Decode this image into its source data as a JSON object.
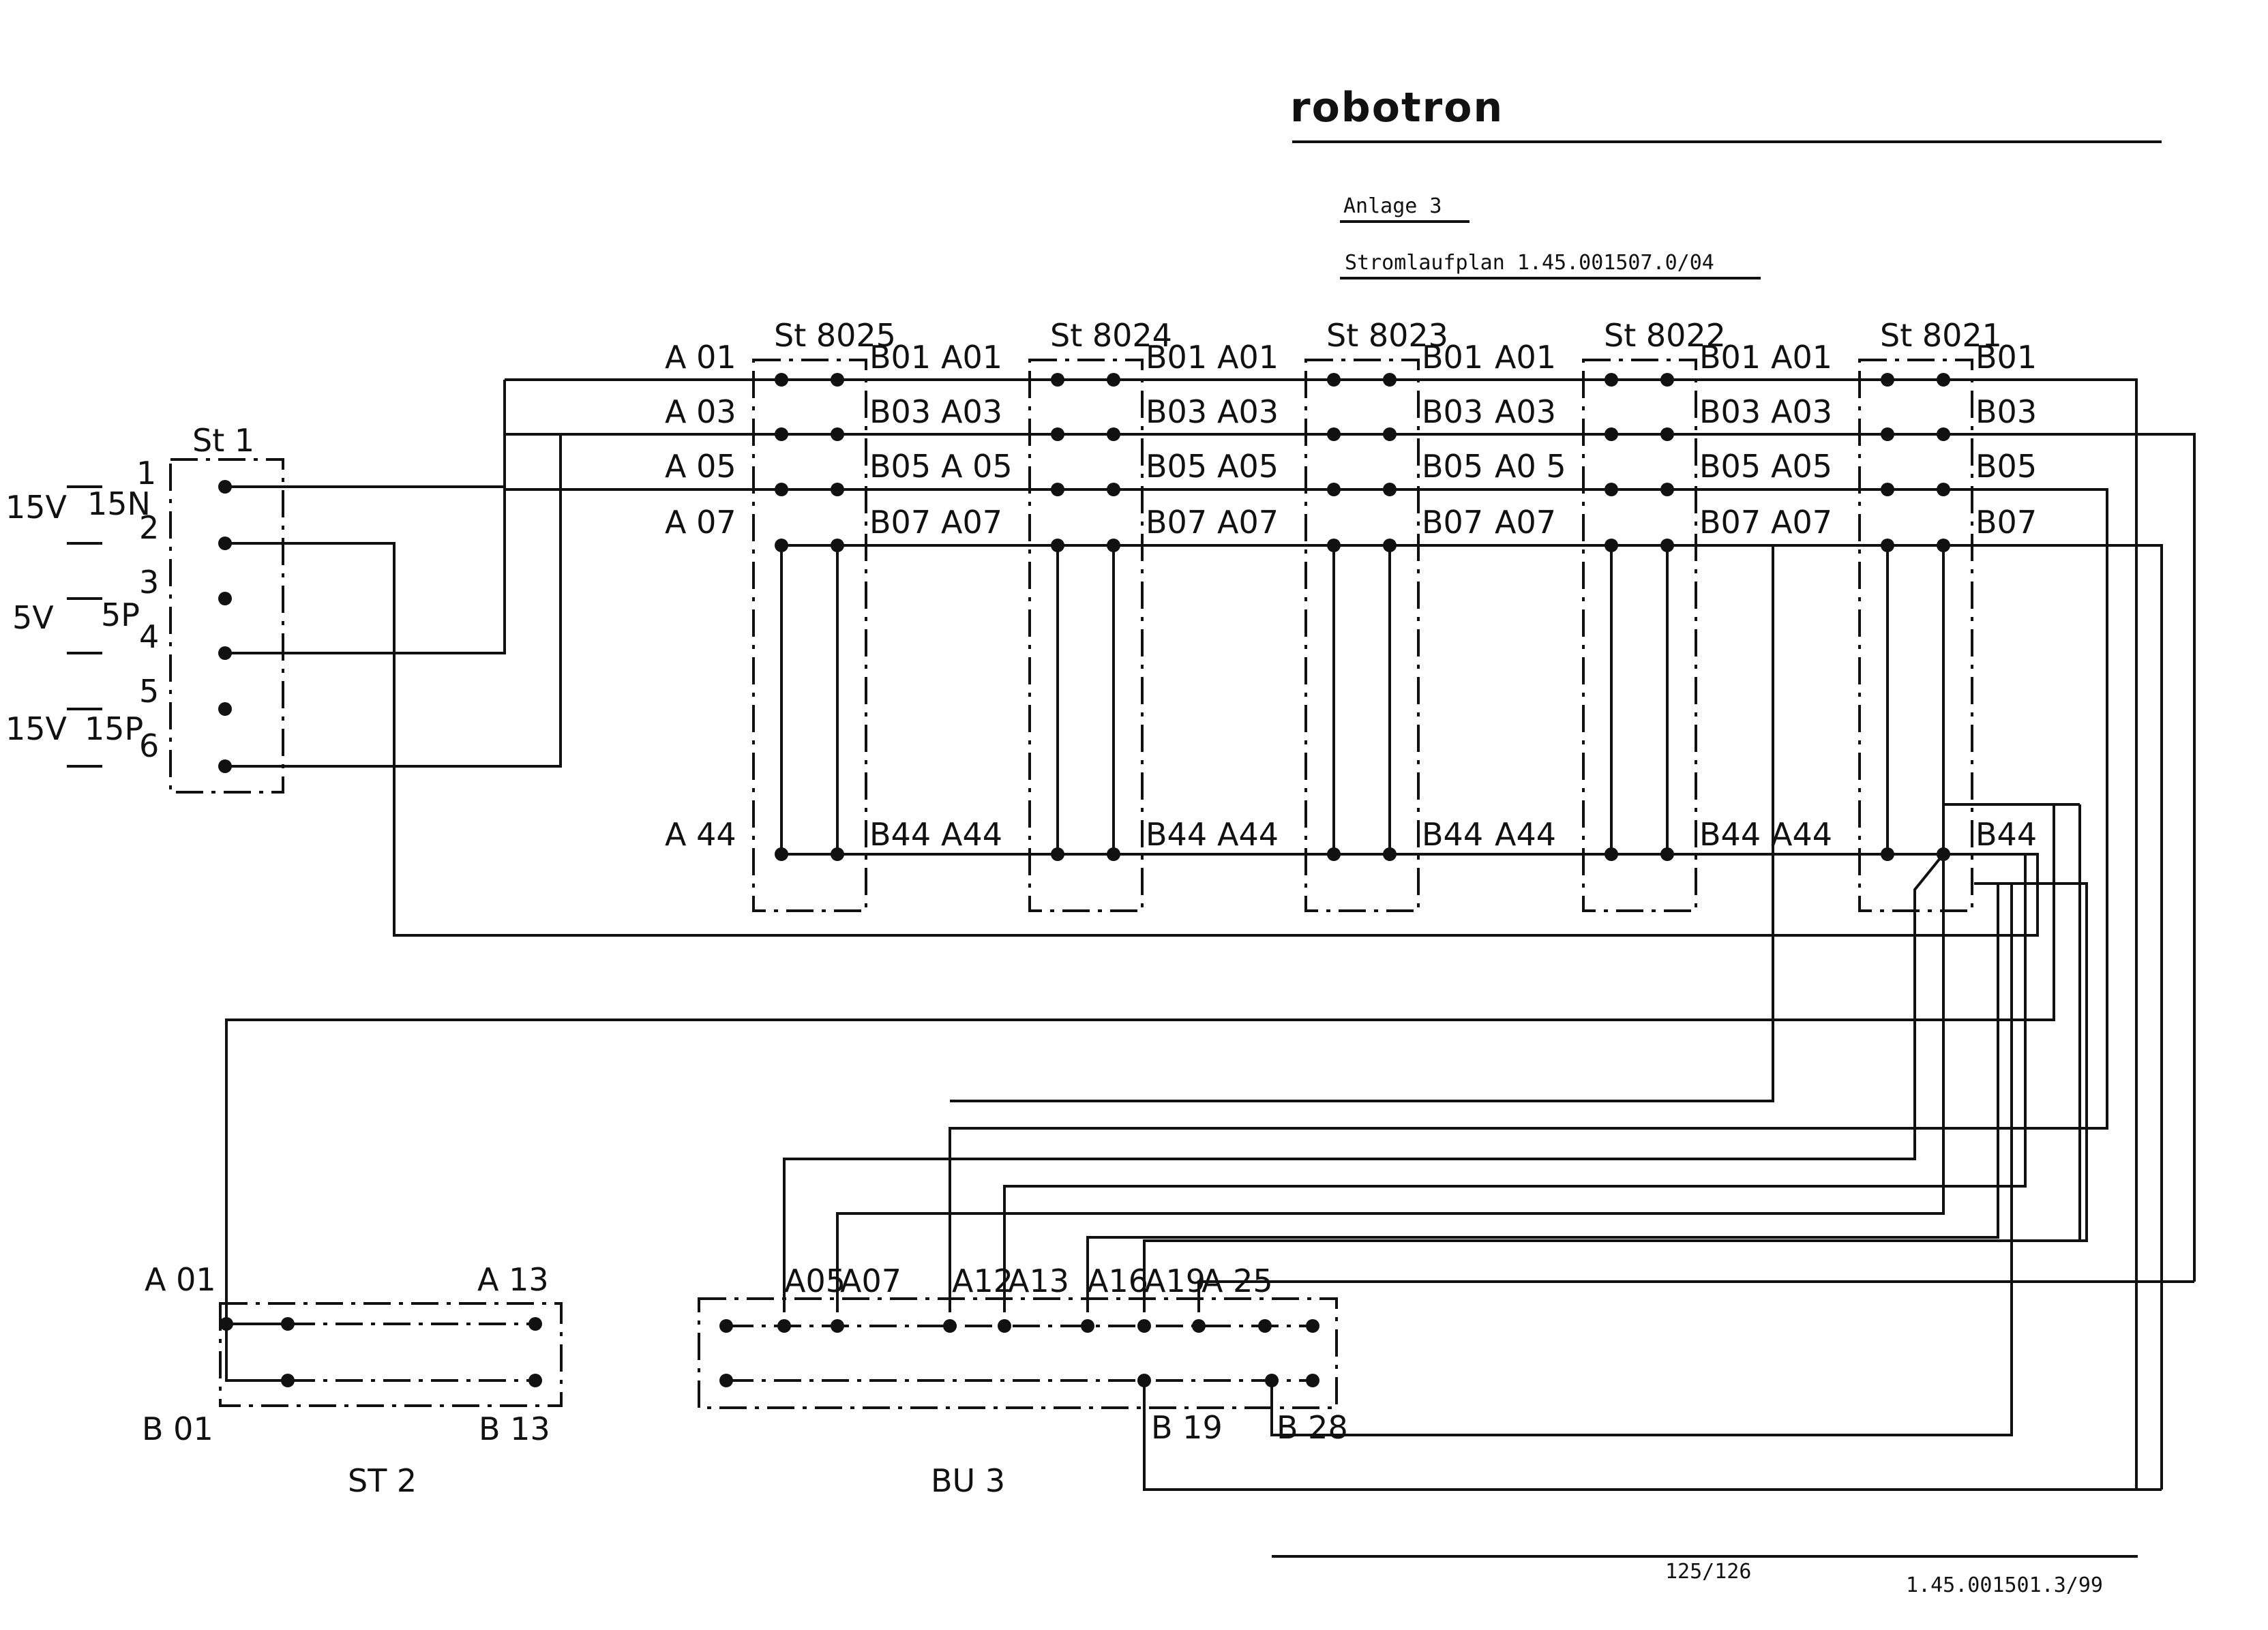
{
  "header": {
    "brand": "robotron",
    "annex": "Anlage 3",
    "plan": "Stromlaufplan 1.45.001507.0/04"
  },
  "footer": {
    "page": "125/126",
    "doc_number": "1.45.001501.3/99"
  },
  "st1": {
    "name": "St 1",
    "pins": [
      "1",
      "2",
      "3",
      "4",
      "5",
      "6"
    ],
    "voltage_labels": [
      "15V",
      "15N",
      "5V",
      "5P",
      "15V",
      "15P"
    ]
  },
  "slots": [
    {
      "name": "St 8025",
      "a_labels": [
        "A 01",
        "A 03",
        "A 05",
        "A 07",
        "A 44"
      ],
      "b_labels": [
        "B01",
        "B03",
        "B05",
        "B07",
        "B44"
      ]
    },
    {
      "name": "St 8024",
      "a_labels": [
        "A01",
        "A03",
        "A 05",
        "A07",
        "A44"
      ],
      "b_labels": [
        "B01",
        "B03",
        "B05",
        "B07",
        "B44"
      ]
    },
    {
      "name": "St 8023",
      "a_labels": [
        "A01",
        "A03",
        "A05",
        "A07",
        "A44"
      ],
      "b_labels": [
        "B01",
        "B03",
        "B05",
        "B07",
        "B44"
      ]
    },
    {
      "name": "St 8022",
      "a_labels": [
        "A01",
        "A03",
        "A0 5",
        "A07",
        "A44"
      ],
      "b_labels": [
        "B01",
        "B03",
        "B05",
        "B07",
        "B44"
      ]
    },
    {
      "name": "St 8021",
      "a_labels": [
        "A01",
        "A03",
        "A05",
        "A07",
        "A44"
      ],
      "b_labels": [
        "B01",
        "B03",
        "B05",
        "B07",
        "B44"
      ]
    }
  ],
  "st2": {
    "name": "ST 2",
    "pin_labels": [
      "A 01",
      "A 13",
      "B 01",
      "B 13"
    ]
  },
  "bu3": {
    "name": "BU 3",
    "pin_labels_top": [
      "A05",
      "A07",
      "A12",
      "A13",
      "A16",
      "A19",
      "A 25"
    ],
    "pin_labels_bottom": [
      "B 19",
      "B 28"
    ]
  }
}
